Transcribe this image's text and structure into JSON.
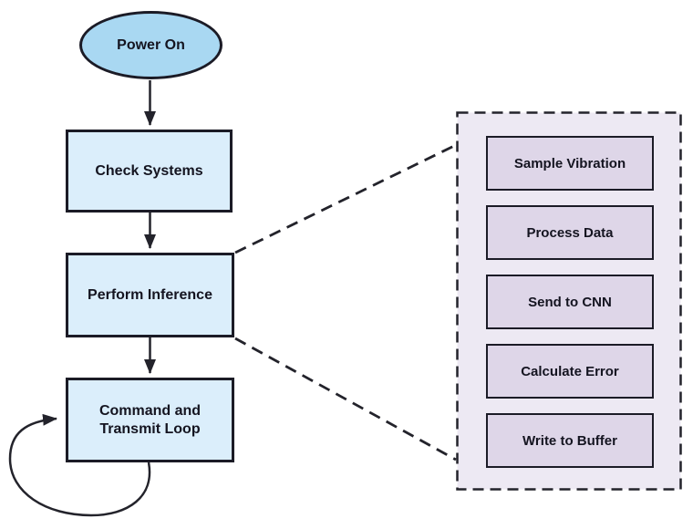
{
  "diagram": {
    "type": "flowchart",
    "nodes": {
      "power_on": {
        "label": "Power On",
        "shape": "terminator-ellipse"
      },
      "check_systems": {
        "label": "Check Systems",
        "shape": "process-rect"
      },
      "perform_inference": {
        "label": "Perform Inference",
        "shape": "process-rect"
      },
      "command_loop": {
        "label": "Command and Transmit Loop",
        "shape": "process-rect",
        "note": "self-loop arrow"
      }
    },
    "flow": [
      "Power On -> Check Systems",
      "Check Systems -> Perform Inference",
      "Perform Inference -> Command and Transmit Loop",
      "Command and Transmit Loop -> Command and Transmit Loop (loop)"
    ],
    "detail_panel": {
      "expanded_from": "Perform Inference",
      "border_style": "dashed",
      "items": [
        {
          "label": "Sample Vibration"
        },
        {
          "label": "Process Data"
        },
        {
          "label": "Send to CNN"
        },
        {
          "label": "Calculate Error"
        },
        {
          "label": "Write to Buffer"
        }
      ]
    },
    "colors": {
      "terminator_fill": "#a9d8f2",
      "node_fill": "#dbeefb",
      "node_border": "#1b1b26",
      "panel_fill": "#ede9f3",
      "panel_item_fill": "#ded6e8",
      "line": "#23232b",
      "text": "#141420"
    }
  }
}
